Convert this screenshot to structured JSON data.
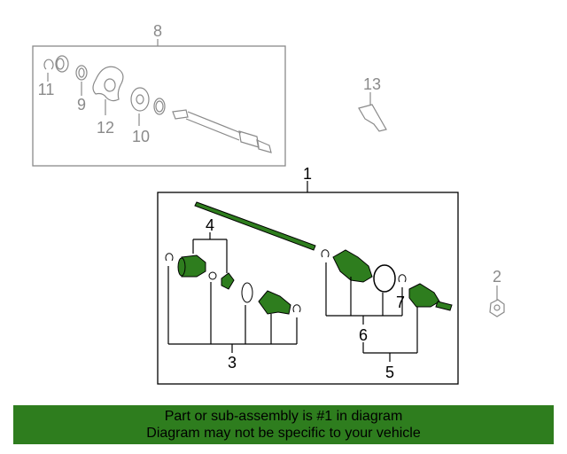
{
  "callouts": {
    "c1": "1",
    "c2": "2",
    "c3": "3",
    "c4": "4",
    "c5": "5",
    "c6": "6",
    "c7": "7",
    "c8": "8",
    "c9": "9",
    "c10": "10",
    "c11": "11",
    "c12": "12",
    "c13": "13"
  },
  "banner": {
    "line1": "Part or sub-assembly is #1 in diagram",
    "line2": "Diagram may not be specific to your vehicle"
  },
  "colors": {
    "part_green": "#2e7d1e",
    "gray_parts": "#8a8a8a",
    "banner_bg": "#2e7d1e"
  }
}
